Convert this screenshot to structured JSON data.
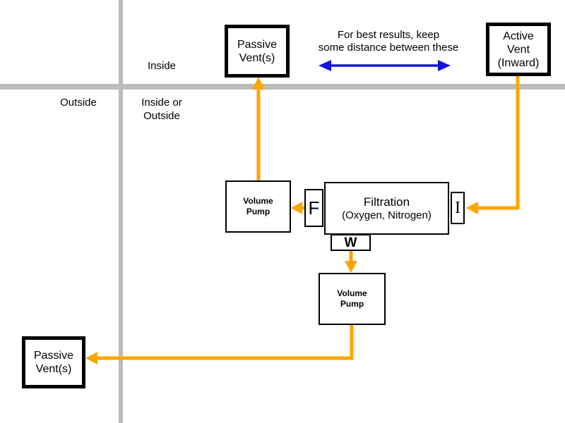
{
  "regions": {
    "inside_label": "Inside",
    "outside_label": "Outside",
    "inside_or_outside_label": "Inside or\nOutside"
  },
  "note": {
    "text": "For best results, keep\nsome distance between these"
  },
  "boxes": {
    "passive_vent_top": "Passive\nVent(s)",
    "active_vent": "Active\nVent\n(Inward)",
    "volume_pump_upper": "Volume\nPump",
    "filtration_title": "Filtration",
    "filtration_subtitle": "(Oxygen, Nitrogen)",
    "port_f": "F",
    "port_i": "I",
    "port_w": "W",
    "volume_pump_lower": "Volume\nPump",
    "passive_vent_bottom": "Passive\nVent(s)"
  },
  "colors": {
    "flow_arrow": "#FFA500",
    "note_arrow": "#1414DD",
    "wall": "#BBBBBB",
    "box_border": "#000000"
  }
}
